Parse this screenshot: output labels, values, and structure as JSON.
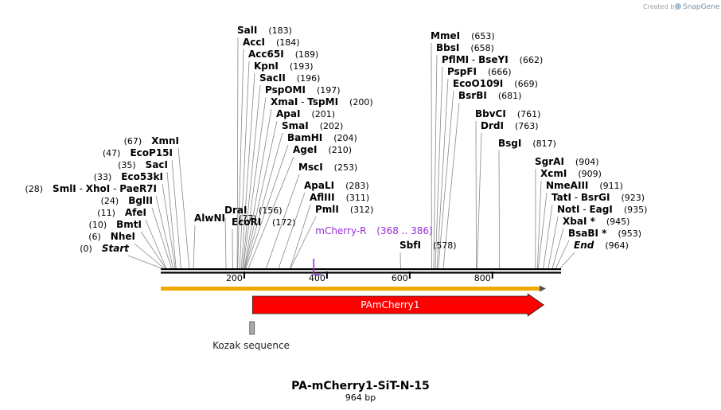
{
  "header": {
    "created_by": "Created by",
    "brand": "SnapGene"
  },
  "plasmid": {
    "name": "PA-mCherry1-SiT-N-15",
    "size_label": "964 bp",
    "length": 964
  },
  "colors": {
    "feature_fill": "#ff0000",
    "orf": "#f2a800",
    "primer": "#9a2bd6",
    "misc": "#a9a9a9"
  },
  "ruler": {
    "ticks": [
      200,
      400,
      600,
      800
    ]
  },
  "features": [
    {
      "name": "PAmCherry1",
      "start": 220,
      "end": 924,
      "type": "arrow"
    }
  ],
  "misc_features": [
    {
      "name": "Kozak sequence",
      "start": 213,
      "end": 220
    }
  ],
  "primers": [
    {
      "name": "mCherry-R",
      "range": "(368 .. 386)",
      "start": 368,
      "end": 386
    }
  ],
  "left_sites": [
    {
      "name": "Start",
      "pos": 0,
      "label": "(0)",
      "italic": true
    },
    {
      "name": "NheI",
      "pos": 6,
      "label": "(6)"
    },
    {
      "name": "BmtI",
      "pos": 10,
      "label": "(10)"
    },
    {
      "name": "AfeI",
      "pos": 11,
      "label": "(11)"
    },
    {
      "name": "BglII",
      "pos": 24,
      "label": "(24)"
    },
    {
      "name": "SmlI - XhoI - PaeR7I",
      "pos": 28,
      "label": "(28)",
      "parts": [
        "SmlI",
        "XhoI",
        "PaeR7I"
      ]
    },
    {
      "name": "Eco53kI",
      "pos": 33,
      "label": "(33)"
    },
    {
      "name": "SacI",
      "pos": 35,
      "label": "(35)"
    },
    {
      "name": "EcoP15I",
      "pos": 47,
      "label": "(47)"
    },
    {
      "name": "XmnI",
      "pos": 67,
      "label": "(67)"
    }
  ],
  "right_sites": [
    {
      "name": "AlwNI",
      "pos": 77,
      "label": "(77)"
    },
    {
      "name": "DraI",
      "pos": 156,
      "label": "(156)"
    },
    {
      "name": "EcoRI",
      "pos": 172,
      "label": "(172)"
    },
    {
      "name": "SalI",
      "pos": 183,
      "label": "(183)"
    },
    {
      "name": "AccI",
      "pos": 184,
      "label": "(184)"
    },
    {
      "name": "Acc65I",
      "pos": 189,
      "label": "(189)"
    },
    {
      "name": "KpnI",
      "pos": 193,
      "label": "(193)"
    },
    {
      "name": "SacII",
      "pos": 196,
      "label": "(196)"
    },
    {
      "name": "PspOMI",
      "pos": 197,
      "label": "(197)"
    },
    {
      "name": "XmaI - TspMI",
      "pos": 200,
      "label": "(200)",
      "parts": [
        "XmaI",
        "TspMI"
      ]
    },
    {
      "name": "ApaI",
      "pos": 201,
      "label": "(201)"
    },
    {
      "name": "SmaI",
      "pos": 202,
      "label": "(202)"
    },
    {
      "name": "BamHI",
      "pos": 204,
      "label": "(204)"
    },
    {
      "name": "AgeI",
      "pos": 210,
      "label": "(210)"
    },
    {
      "name": "MscI",
      "pos": 253,
      "label": "(253)"
    },
    {
      "name": "ApaLI",
      "pos": 283,
      "label": "(283)"
    },
    {
      "name": "AflIII",
      "pos": 311,
      "label": "(311)"
    },
    {
      "name": "PmlI",
      "pos": 312,
      "label": "(312)"
    },
    {
      "name": "SbfI",
      "pos": 578,
      "label": "(578)"
    },
    {
      "name": "MmeI",
      "pos": 653,
      "label": "(653)"
    },
    {
      "name": "BbsI",
      "pos": 658,
      "label": "(658)"
    },
    {
      "name": "PflMI - BseYI",
      "pos": 662,
      "label": "(662)",
      "parts": [
        "PflMI",
        "BseYI"
      ]
    },
    {
      "name": "PspFI",
      "pos": 666,
      "label": "(666)"
    },
    {
      "name": "EcoO109I",
      "pos": 669,
      "label": "(669)"
    },
    {
      "name": "BsrBI",
      "pos": 681,
      "label": "(681)"
    },
    {
      "name": "BbvCI",
      "pos": 761,
      "label": "(761)"
    },
    {
      "name": "DrdI",
      "pos": 763,
      "label": "(763)"
    },
    {
      "name": "BsgI",
      "pos": 817,
      "label": "(817)"
    },
    {
      "name": "SgrAI",
      "pos": 904,
      "label": "(904)"
    },
    {
      "name": "XcmI",
      "pos": 909,
      "label": "(909)"
    },
    {
      "name": "NmeAIII",
      "pos": 911,
      "label": "(911)"
    },
    {
      "name": "TatI - BsrGI",
      "pos": 923,
      "label": "(923)",
      "parts": [
        "TatI",
        "BsrGI"
      ]
    },
    {
      "name": "NotI - EagI",
      "pos": 935,
      "label": "(935)",
      "parts": [
        "NotI",
        "EagI"
      ]
    },
    {
      "name": "XbaI *",
      "pos": 945,
      "label": "(945)"
    },
    {
      "name": "BsaBI *",
      "pos": 953,
      "label": "(953)"
    },
    {
      "name": "End",
      "pos": 964,
      "label": "(964)",
      "italic": true
    }
  ]
}
